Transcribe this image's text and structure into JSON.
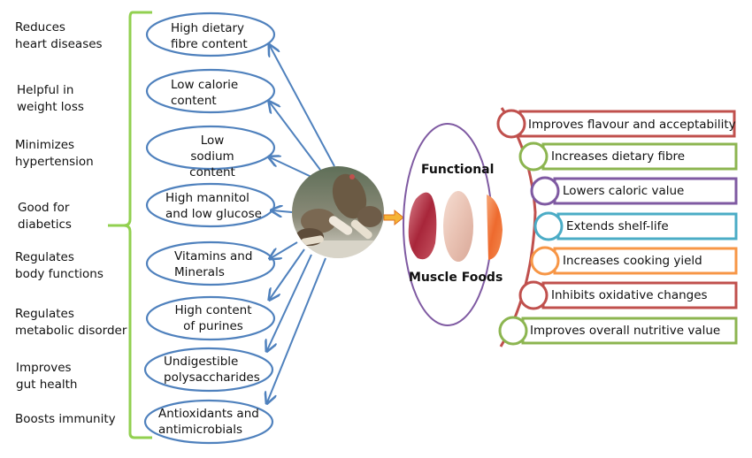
{
  "health_benefits": [
    {
      "line1": "Reduces",
      "line2": "heart diseases"
    },
    {
      "line1": "Helpful in",
      "line2": "weight loss"
    },
    {
      "line1": "Minimizes",
      "line2": "hypertension"
    },
    {
      "line1": "Good for",
      "line2": "diabetics"
    },
    {
      "line1": "Regulates",
      "line2": "body functions"
    },
    {
      "line1": "Regulates",
      "line2": "metabolic disorder"
    },
    {
      "line1": "Improves",
      "line2": "gut health"
    },
    {
      "line1": "Boosts immunity",
      "line2": ""
    }
  ],
  "mushroom_properties": [
    {
      "line1": "High dietary",
      "line2": "fibre content"
    },
    {
      "line1": "Low calorie",
      "line2": "content"
    },
    {
      "line1": "Low sodium",
      "line2": "content"
    },
    {
      "line1": "High mannitol",
      "line2": "and low glucose"
    },
    {
      "line1": "Vitamins and",
      "line2": "Minerals"
    },
    {
      "line1": "High content",
      "line2": "of purines"
    },
    {
      "line1": "Undigestible",
      "line2": "polysaccharides"
    },
    {
      "line1": "Antioxidants and",
      "line2": "antimicrobials"
    }
  ],
  "center": {
    "image_label": "morel-mushrooms",
    "top_label": "Functional",
    "bottom_label": "Muscle Foods",
    "food_images": [
      "red-meat",
      "chicken-breast",
      "salmon-fillet"
    ]
  },
  "effects": [
    {
      "text": "Improves flavour and acceptability",
      "color": "#c0504d"
    },
    {
      "text": "Increases dietary fibre",
      "color": "#8cb550"
    },
    {
      "text": "Lowers caloric value",
      "color": "#7f5aa2"
    },
    {
      "text": "Extends shelf-life",
      "color": "#4bacc6"
    },
    {
      "text": "Increases cooking yield",
      "color": "#f79646"
    },
    {
      "text": "Inhibits oxidative changes",
      "color": "#c0504d"
    },
    {
      "text": "Improves overall nutritive value",
      "color": "#8cb550"
    }
  ],
  "colors": {
    "ellipse_stroke": "#4f81bd",
    "bracket": "#92d050",
    "spine": "#c0504d",
    "food_oval": "#7f5aa2",
    "connector_arrow": "#f0a030"
  }
}
